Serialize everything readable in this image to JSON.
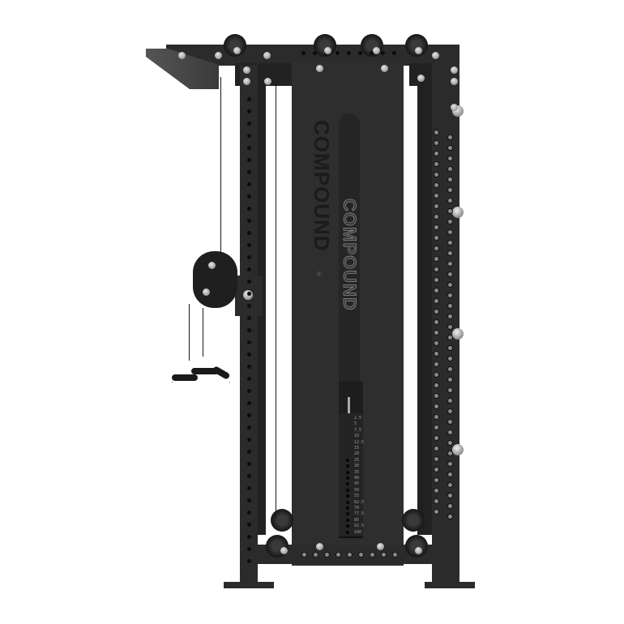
{
  "image": {
    "subject": "Functional trainer power rack with cable pulley system",
    "background": "#ffffff",
    "frame_color": "#2b2b2b",
    "bolt_color": "#b0b0b0"
  },
  "branding": {
    "side_logo": "COMPOUND",
    "side_logo_registered": "®",
    "slot_logo": "COMPOUND"
  },
  "weight_stack": {
    "scale_labels": [
      "2.5",
      "5",
      "7.5",
      "10",
      "12.5",
      "15",
      "20",
      "25",
      "30",
      "35",
      "40",
      "45",
      "50",
      "55",
      "62.5",
      "70",
      "77.5",
      "85",
      "92.5",
      "100"
    ]
  }
}
